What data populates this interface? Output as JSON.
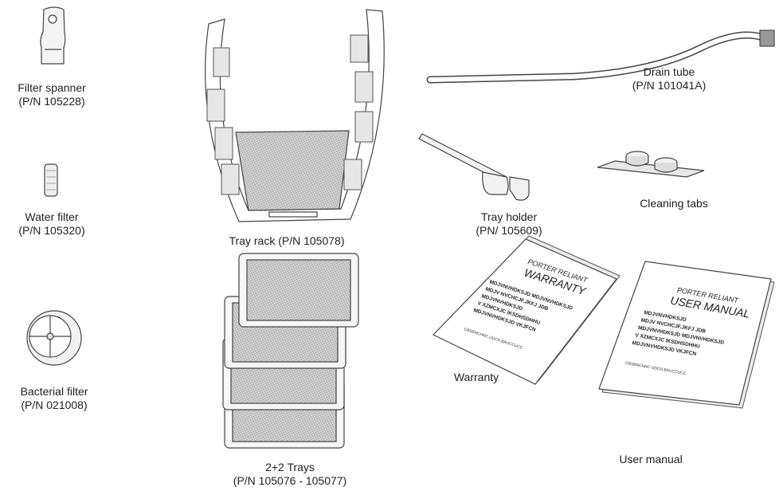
{
  "components": {
    "filter_spanner": {
      "name": "Filter spanner",
      "pn": "(P/N 105228)"
    },
    "water_filter": {
      "name": "Water filter",
      "pn": "(P/N 105320)"
    },
    "bacterial_filter": {
      "name": "Bacterial filter",
      "pn": "(P/N 021008)"
    },
    "tray_rack": {
      "name": "Tray rack (P/N 105078)"
    },
    "trays": {
      "name": "2+2 Trays",
      "pn": "(P/N 105076 - 105077)"
    },
    "drain_tube": {
      "name": "Drain tube",
      "pn": "(P/N 101041A)"
    },
    "tray_holder": {
      "name": "Tray holder",
      "pn": "(PN/ 105609)"
    },
    "cleaning_tabs": {
      "name": "Cleaning tabs"
    },
    "warranty": {
      "name": "Warranty"
    },
    "user_manual": {
      "name": "User manual"
    }
  },
  "booklets": {
    "warranty": {
      "brand": "PORTER RELIANT",
      "title": "WARRANTY",
      "lines": [
        "MDJVNVHDKSJD MDJVNVHDKSJD",
        "MDJV NVCHCJF.JKFJ  JDB",
        "MDJVNVHDKSJD",
        "V XZMCXJC IKSDHSDHHU",
        "MDJVNVHDKSJD   VKJFCN"
      ],
      "footer": "CBSBNCHNC UDCN    BAUCCUCC"
    },
    "user_manual": {
      "brand": "PORTER RELIANT",
      "title": "USER MANUAL",
      "lines": [
        "MDJVNVHDKSJD",
        "MDJV NVCHCJF.JKFJ  JDB",
        "MDJVNVHDKSJD  MDJVNVHDKSJD",
        "V XZMCXJC IKSDHSDHHU",
        "MDJVNVHDKSJD   VKJFCN"
      ],
      "footer": "CBSBNCHNC UDCN    BAUCCUCC"
    }
  },
  "style": {
    "line_color": "#444444",
    "mesh_color": "#b5b5b5"
  }
}
